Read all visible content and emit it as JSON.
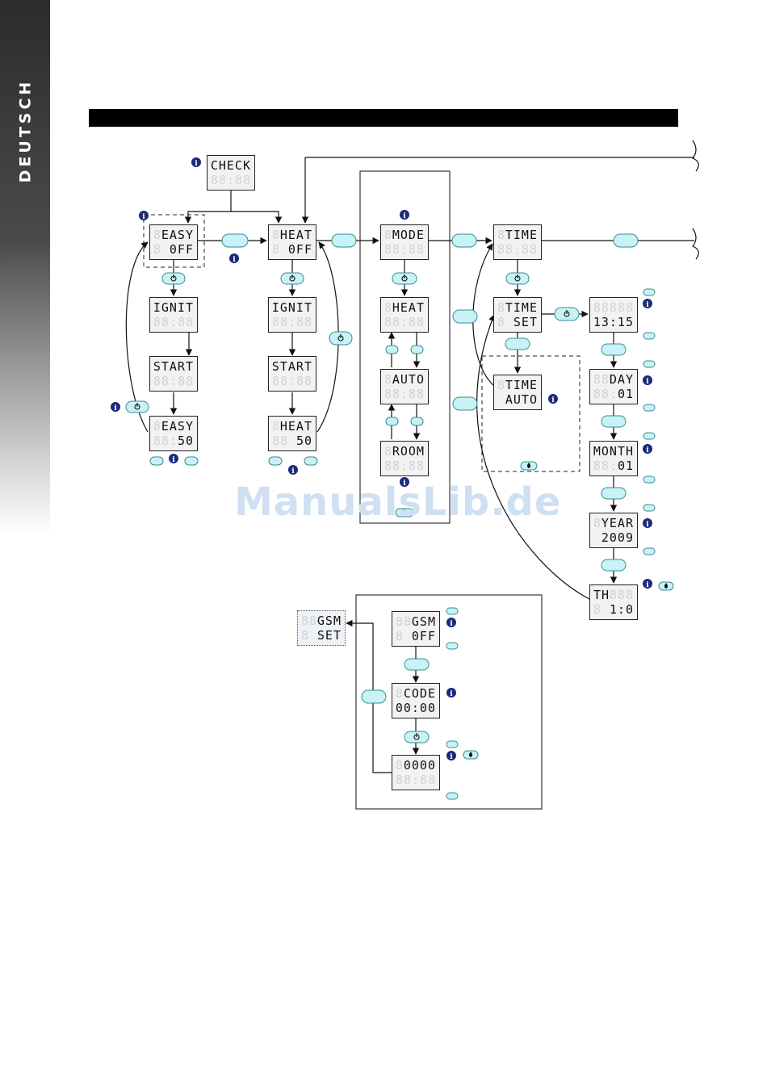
{
  "side_label": "DEUTSCH",
  "watermark": "ManualsLib.de",
  "icons": {
    "info": "info-icon",
    "power": "power-icon",
    "drop": "drop-icon"
  },
  "colors": {
    "pill_fill": "#c8f2f5",
    "pill_stroke": "#3a8a95",
    "info_fill": "#1b2a7a",
    "lcd_ghost": "#cfd3dc"
  },
  "displays": {
    "check": {
      "line1": "CHECK",
      "line2": ""
    },
    "easy_off": {
      "line1": "EASY",
      "line2": "0FF"
    },
    "ignit_1": {
      "line1": "IGNIT",
      "line2": ""
    },
    "start_1": {
      "line1": "START",
      "line2": ""
    },
    "easy_50": {
      "line1": "EASY",
      "line2": "50"
    },
    "heat_off": {
      "line1": "HEAT",
      "line2": "0FF"
    },
    "ignit_2": {
      "line1": "IGNIT",
      "line2": ""
    },
    "start_2": {
      "line1": "START",
      "line2": ""
    },
    "heat_50": {
      "line1": "HEAT",
      "line2": "50"
    },
    "mode": {
      "line1": "MODE",
      "line2": ""
    },
    "heat_mode": {
      "line1": "HEAT",
      "line2": ""
    },
    "auto_mode": {
      "line1": "AUTO",
      "line2": ""
    },
    "room_mode": {
      "line1": "ROOM",
      "line2": ""
    },
    "time": {
      "line1": "TIME",
      "line2": ""
    },
    "time_set": {
      "line1": "TIME",
      "line2": "SET"
    },
    "time_auto": {
      "line1": "TIME",
      "line2": "AUTO"
    },
    "clock": {
      "line1": "",
      "line2": "13:15"
    },
    "day": {
      "line1": "DAY",
      "line2": "01"
    },
    "month": {
      "line1": "MONTH",
      "line2": "01"
    },
    "year": {
      "line1": "YEAR",
      "line2": "2009"
    },
    "th": {
      "line1": "TH",
      "line2": "1:0"
    },
    "gsm_set": {
      "line1": "GSM",
      "line2": "SET"
    },
    "gsm_off": {
      "line1": "GSM",
      "line2": "0FF"
    },
    "code": {
      "line1": "CODE",
      "line2": "00:00"
    },
    "number": {
      "line1": "0000",
      "line2": ""
    }
  }
}
